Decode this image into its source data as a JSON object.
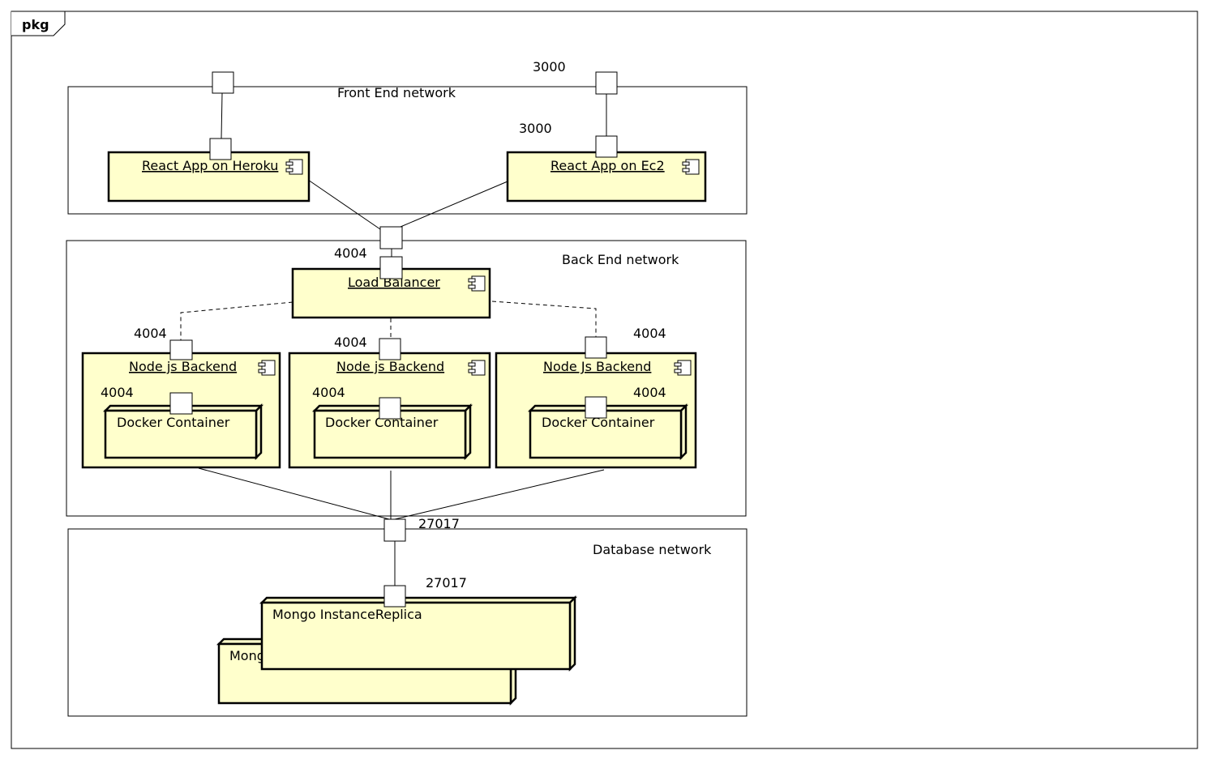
{
  "package": {
    "label": "pkg"
  },
  "networks": {
    "frontend": "Front End network",
    "backend": "Back End network",
    "database": "Database network"
  },
  "components": {
    "react_heroku": "React App on Heroku",
    "react_ec2": "React App on Ec2",
    "load_balancer": "Load Balancer",
    "node_backend_1": "Node js Backend",
    "node_backend_2": "Node js Backend",
    "node_backend_3": "Node Js Backend"
  },
  "nodes": {
    "docker_1": "Docker Container",
    "docker_2": "Docker Container",
    "docker_3": "Docker Container",
    "mongo_replica": "Mongo InstanceReplica",
    "mongo_primary": "Mong"
  },
  "ports": {
    "ec2_outer": "3000",
    "ec2_inner": "3000",
    "lb": "4004",
    "nb1": "4004",
    "nb2": "4004",
    "nb3": "4004",
    "dc1": "4004",
    "dc2": "4004",
    "dc3": "4004",
    "db_outer": "27017",
    "db_inner": "27017"
  },
  "colors": {
    "fill": "#ffffcc",
    "stroke": "#000000",
    "background": "#ffffff"
  }
}
